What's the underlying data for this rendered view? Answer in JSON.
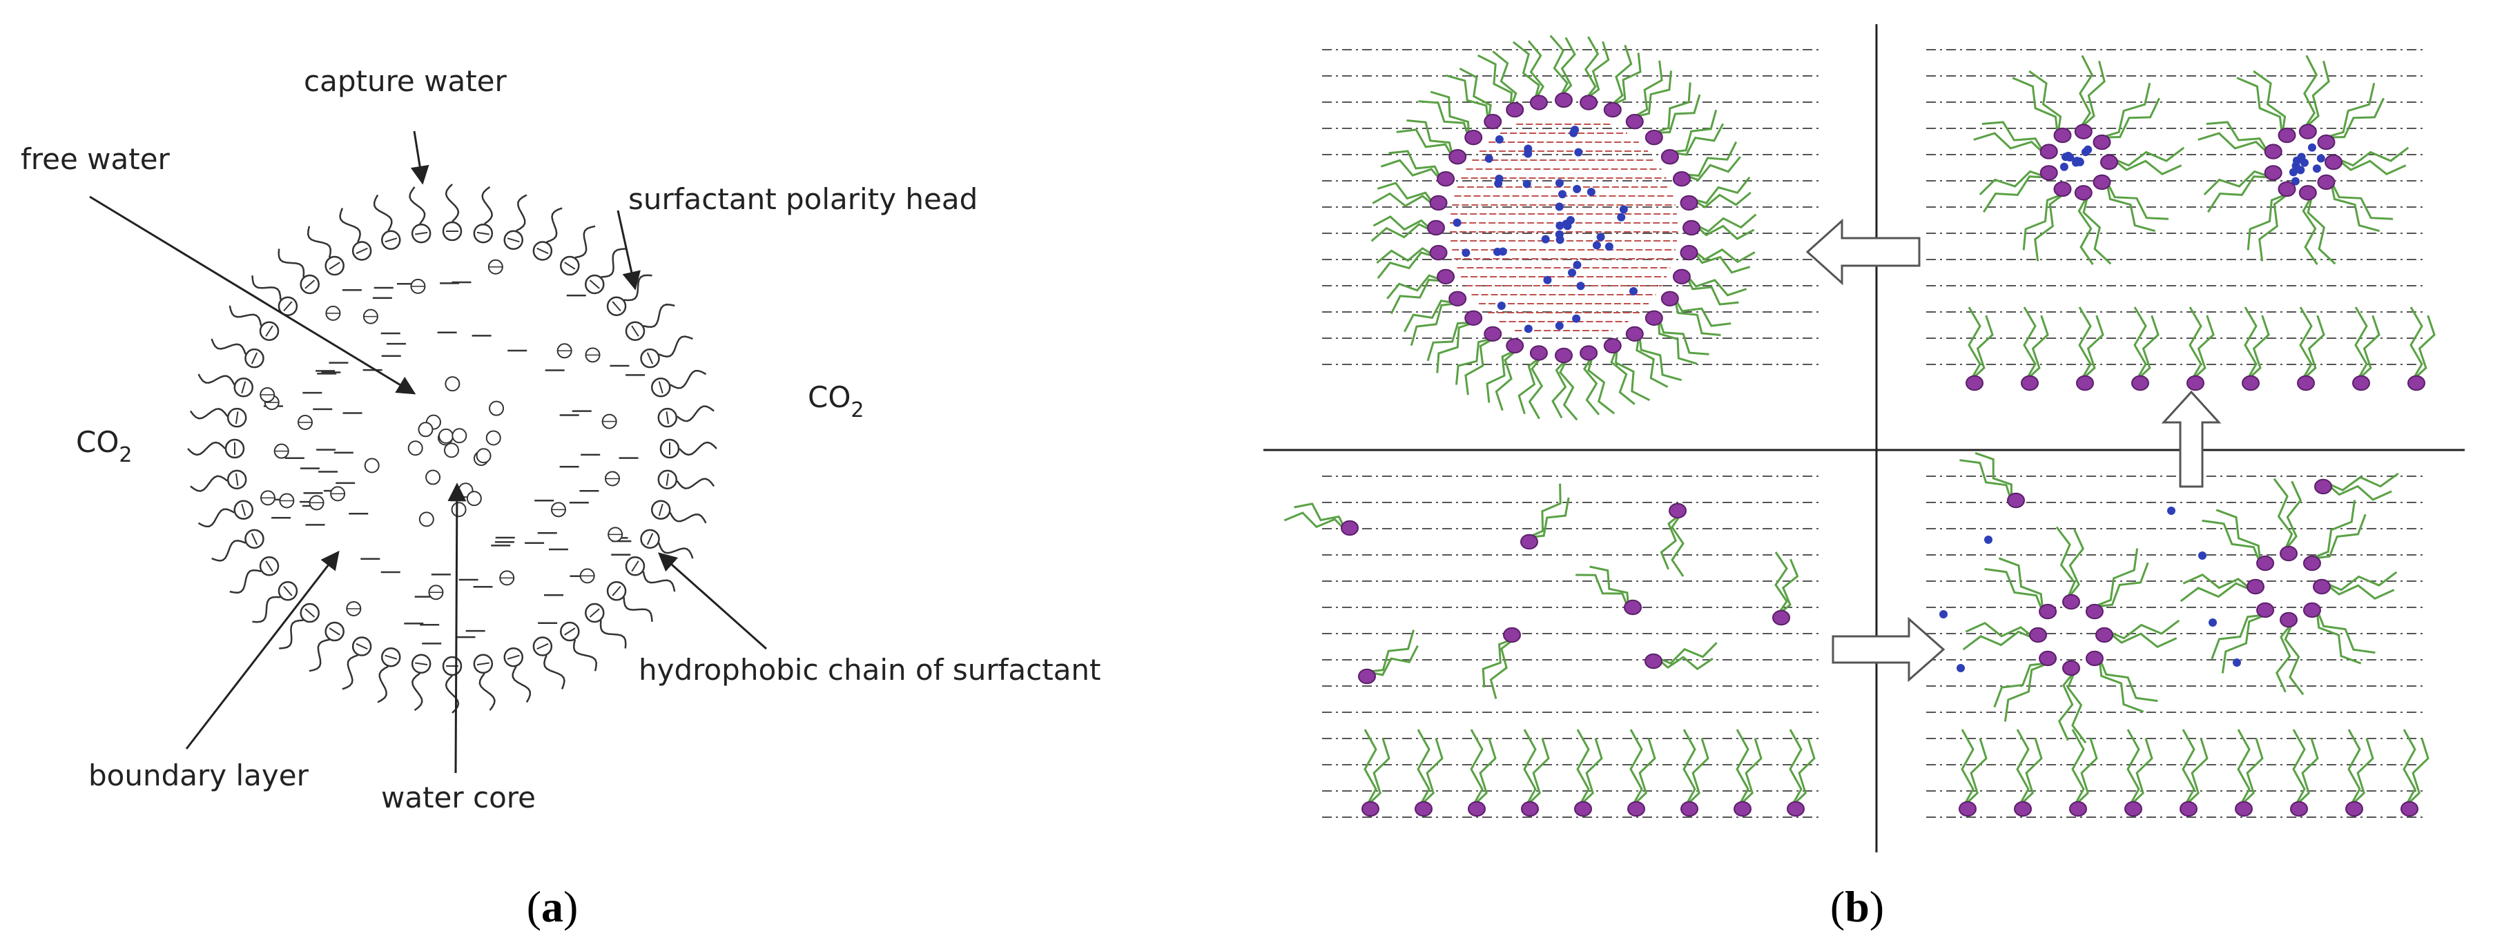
{
  "panel_a": {
    "labels": {
      "capture_water": "capture water",
      "free_water": "free water",
      "surfactant_polarity_head": "surfactant polarity head",
      "co2_right": "CO",
      "co2_left": "CO",
      "subscript": "2",
      "hydrophobic_chain": "hydrophobic chain of surfactant",
      "boundary_layer": "boundary layer",
      "water_core": "water core"
    },
    "caption": {
      "open": "(",
      "letter": "a",
      "close": ")"
    }
  },
  "panel_b": {
    "caption": {
      "open": "(",
      "letter": "b",
      "close": ")"
    }
  },
  "colors": {
    "surfactant_head": "#8e3aa0",
    "surfactant_tail": "#5aa145",
    "water_dot": "#2f3fb8",
    "core_hatch": "#c0504d",
    "dashed_line": "#555555",
    "arrow_outline": "#555555"
  },
  "icons": [
    "open-arrow-left-icon",
    "open-arrow-up-icon",
    "open-arrow-right-icon"
  ]
}
